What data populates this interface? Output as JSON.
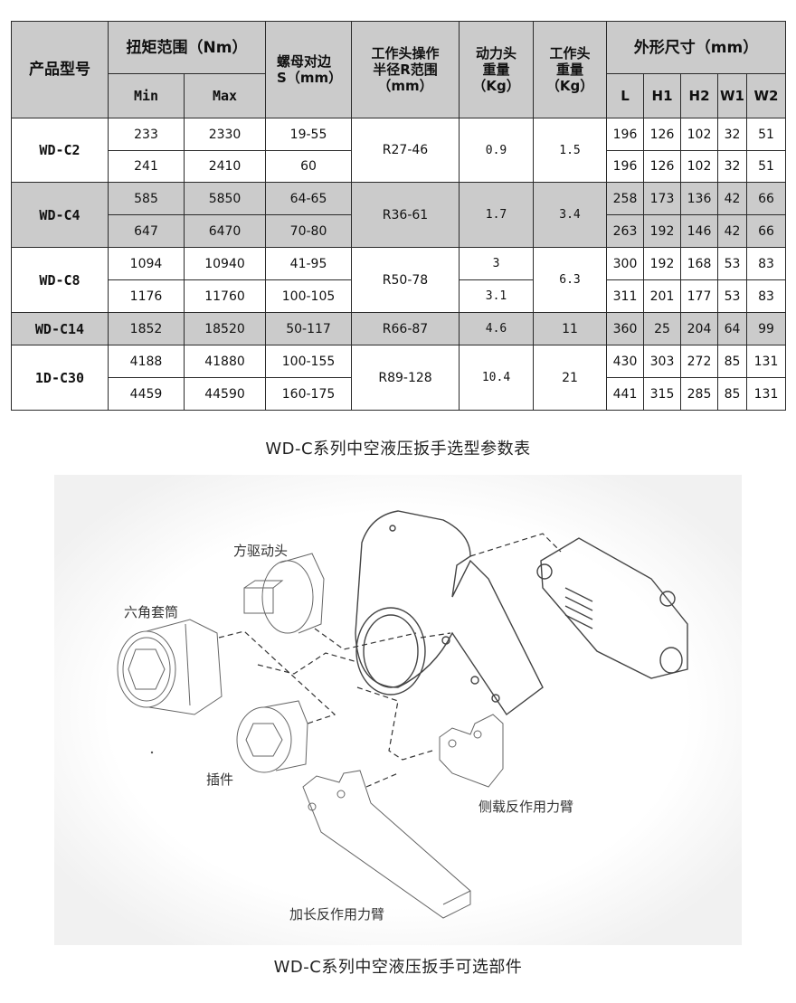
{
  "table": {
    "headers": {
      "model": "产品型号",
      "torque_range": "扭矩范围（Nm）",
      "min": "Min",
      "max": "Max",
      "nut_across_flats": "螺母对边S（mm）",
      "nut_line1": "螺母对边",
      "nut_line2": "S（mm）",
      "radius_line1": "工作头操作",
      "radius_line2": "半径R范围",
      "radius_line3": "（mm）",
      "drive_weight_line1": "动力头",
      "drive_weight_line2": "重量",
      "drive_weight_line3": "（Kg）",
      "head_weight_line1": "工作头",
      "head_weight_line2": "重量",
      "head_weight_line3": "（Kg）",
      "dimensions": "外形尺寸（mm）",
      "dim_cols": [
        "L",
        "H1",
        "H2",
        "W1",
        "W2"
      ]
    },
    "groups": [
      {
        "model": "WD-C2",
        "radius": "R27-46",
        "head_weight": "1.5",
        "drive_weight_merged": "0.9",
        "rows": [
          {
            "min": "233",
            "max": "2330",
            "s": "19-55",
            "L": "196",
            "H1": "126",
            "H2": "102",
            "W1": "32",
            "W2": "51"
          },
          {
            "min": "241",
            "max": "2410",
            "s": "60",
            "L": "196",
            "H1": "126",
            "H2": "102",
            "W1": "32",
            "W2": "51"
          }
        ]
      },
      {
        "model": "WD-C4",
        "radius": "R36-61",
        "head_weight": "3.4",
        "drive_weight_merged": "1.7",
        "rows": [
          {
            "min": "585",
            "max": "5850",
            "s": "64-65",
            "L": "258",
            "H1": "173",
            "H2": "136",
            "W1": "42",
            "W2": "66"
          },
          {
            "min": "647",
            "max": "6470",
            "s": "70-80",
            "L": "263",
            "H1": "192",
            "H2": "146",
            "W1": "42",
            "W2": "66"
          }
        ]
      },
      {
        "model": "WD-C8",
        "radius": "R50-78",
        "head_weight": "6.3",
        "rows": [
          {
            "min": "1094",
            "max": "10940",
            "s": "41-95",
            "drive_weight": "3",
            "L": "300",
            "H1": "192",
            "H2": "168",
            "W1": "53",
            "W2": "83"
          },
          {
            "min": "1176",
            "max": "11760",
            "s": "100-105",
            "drive_weight": "3.1",
            "L": "311",
            "H1": "201",
            "H2": "177",
            "W1": "53",
            "W2": "83"
          }
        ]
      },
      {
        "model": "WD-C14",
        "radius": "R66-87",
        "head_weight": "11",
        "drive_weight_merged": "4.6",
        "rows": [
          {
            "min": "1852",
            "max": "18520",
            "s": "50-117",
            "L": "360",
            "H1": "25",
            "H2": "204",
            "W1": "64",
            "W2": "99"
          }
        ]
      },
      {
        "model": "1D-C30",
        "radius": "R89-128",
        "head_weight": "21",
        "drive_weight_merged": "10.4",
        "rows": [
          {
            "min": "4188",
            "max": "41880",
            "s": "100-155",
            "L": "430",
            "H1": "303",
            "H2": "272",
            "W1": "85",
            "W2": "131"
          },
          {
            "min": "4459",
            "max": "44590",
            "s": "160-175",
            "L": "441",
            "H1": "315",
            "H2": "285",
            "W1": "85",
            "W2": "131"
          }
        ]
      }
    ]
  },
  "captions": {
    "table_caption": "WD-C系列中空液压扳手选型参数表",
    "diagram_caption": "WD-C系列中空液压扳手可选部件"
  },
  "diagram": {
    "labels": {
      "square_drive": "方驱动头",
      "hex_socket": "六角套筒",
      "insert": "插件",
      "side_reaction_arm": "侧载反作用力臂",
      "extended_reaction_arm": "加长反作用力臂"
    }
  },
  "colors": {
    "header_bg": "#cbcbcb",
    "row_gray": "#cbcbcb",
    "border": "#2a2a2a",
    "line_art": "#555555"
  }
}
